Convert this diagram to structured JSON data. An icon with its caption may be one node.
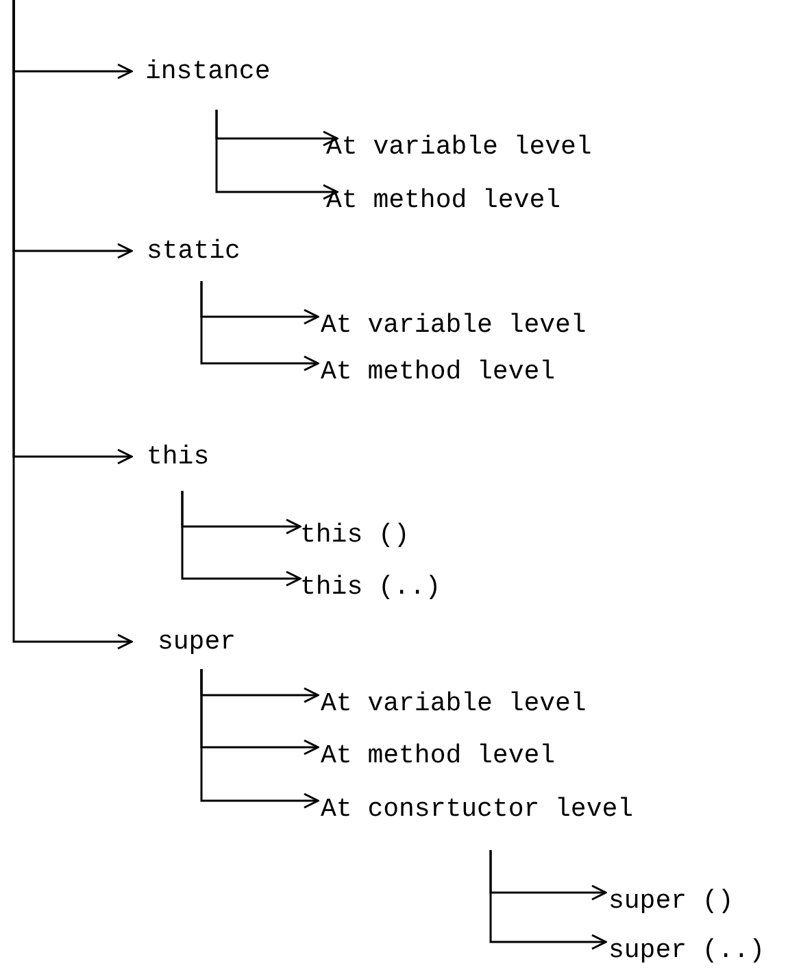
{
  "diagram": {
    "nodes": [
      {
        "text": [
          "instance"
        ]
      },
      {
        "text": [
          "At variable level"
        ]
      },
      {
        "text": [
          "At method level"
        ]
      },
      {
        "text": [
          "static"
        ]
      },
      {
        "text": [
          "At variable level"
        ]
      },
      {
        "text": [
          "At method level"
        ]
      },
      {
        "text": [
          "this"
        ]
      },
      {
        "text": [
          "this ()"
        ]
      },
      {
        "text": [
          "this (..)"
        ]
      },
      {
        "text": [
          "super"
        ]
      },
      {
        "text": [
          "At variable level"
        ]
      },
      {
        "text": [
          "At method level"
        ]
      },
      {
        "text": [
          "At consrtuctor level"
        ]
      },
      {
        "text": [
          "super ()"
        ]
      },
      {
        "text": [
          "super (..)"
        ]
      }
    ],
    "edges": [
      {
        "from": null,
        "to": 0,
        "arrow": "to"
      },
      {
        "from": 0,
        "to": 1,
        "arrow": "to"
      },
      {
        "from": 0,
        "to": 2,
        "arrow": "to"
      },
      {
        "from": null,
        "to": 3,
        "arrow": "to"
      },
      {
        "from": 3,
        "to": 4,
        "arrow": "to"
      },
      {
        "from": 3,
        "to": 5,
        "arrow": "to"
      },
      {
        "from": null,
        "to": 6,
        "arrow": "to"
      },
      {
        "from": 6,
        "to": 7,
        "arrow": "to"
      },
      {
        "from": 6,
        "to": 8,
        "arrow": "to"
      },
      {
        "from": null,
        "to": 9,
        "arrow": "to"
      },
      {
        "from": 9,
        "to": 10,
        "arrow": "to"
      },
      {
        "from": 9,
        "to": 11,
        "arrow": "to"
      },
      {
        "from": 9,
        "to": 12,
        "arrow": "to"
      },
      {
        "from": 12,
        "to": 13,
        "arrow": "to"
      },
      {
        "from": 12,
        "to": 14,
        "arrow": "to"
      }
    ]
  }
}
